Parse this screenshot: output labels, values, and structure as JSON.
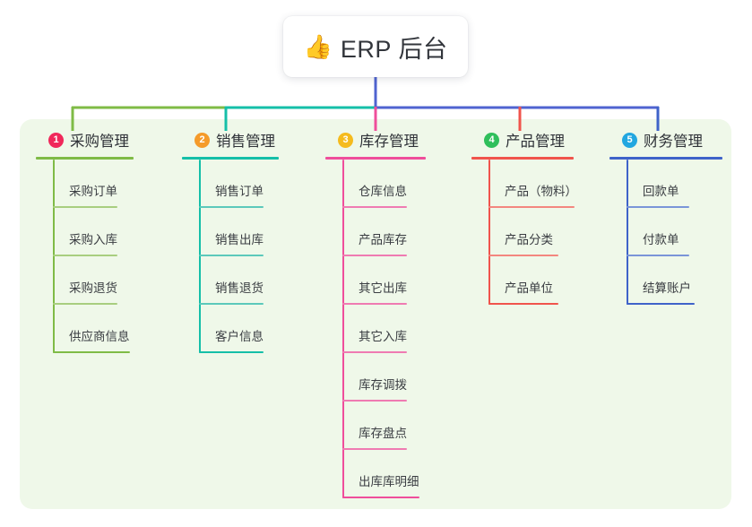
{
  "diagram": {
    "root": {
      "icon": "thumbs-up-icon",
      "icon_glyph": "👍",
      "label": "ERP 后台"
    },
    "panel_color": "#eff8e9",
    "connector": {
      "segments": [
        {
          "name": "trunk",
          "color": "#4f63d0"
        },
        {
          "name": "bus-left",
          "color": "#7fbb46"
        },
        {
          "name": "bus-mid",
          "color": "#15bfa8"
        },
        {
          "name": "bus-right",
          "color": "#4f63d0"
        }
      ]
    },
    "columns": [
      {
        "number": "1",
        "title": "采购管理",
        "badge_color": "#f0285a",
        "line_color": "#7fbb46",
        "item_line_color": "#a8ce7f",
        "drop_color": "#7fbb46",
        "items": [
          {
            "label": "采购订单",
            "rule_width": 72
          },
          {
            "label": "采购入库",
            "rule_width": 72
          },
          {
            "label": "采购退货",
            "rule_width": 72
          },
          {
            "label": "供应商信息",
            "rule_width": 86
          }
        ]
      },
      {
        "number": "2",
        "title": "销售管理",
        "badge_color": "#f59b2a",
        "line_color": "#15bfa8",
        "item_line_color": "#5cc9bb",
        "drop_color": "#15bfa8",
        "items": [
          {
            "label": "销售订单",
            "rule_width": 72
          },
          {
            "label": "销售出库",
            "rule_width": 72
          },
          {
            "label": "销售退货",
            "rule_width": 72
          },
          {
            "label": "客户信息",
            "rule_width": 72
          }
        ]
      },
      {
        "number": "3",
        "title": "库存管理",
        "badge_color": "#f5bb1d",
        "line_color": "#ef4e9b",
        "item_line_color": "#ef7bb2",
        "drop_color": "#ef4e9b",
        "items": [
          {
            "label": "仓库信息",
            "rule_width": 72
          },
          {
            "label": "产品库存",
            "rule_width": 72
          },
          {
            "label": "其它出库",
            "rule_width": 72
          },
          {
            "label": "其它入库",
            "rule_width": 72
          },
          {
            "label": "库存调拨",
            "rule_width": 72
          },
          {
            "label": "库存盘点",
            "rule_width": 72
          },
          {
            "label": "出库库明细",
            "rule_width": 86
          }
        ]
      },
      {
        "number": "4",
        "title": "产品管理",
        "badge_color": "#2fbf5b",
        "line_color": "#f0544c",
        "item_line_color": "#f3877f",
        "drop_color": "#f0544c",
        "items": [
          {
            "label": "产品（物料）",
            "rule_width": 96
          },
          {
            "label": "产品分类",
            "rule_width": 78
          },
          {
            "label": "产品单位",
            "rule_width": 78
          }
        ]
      },
      {
        "number": "5",
        "title": "财务管理",
        "badge_color": "#22a7e0",
        "line_color": "#3f63c9",
        "item_line_color": "#7a95d8",
        "drop_color": "#3f63c9",
        "items": [
          {
            "label": "回款单",
            "rule_width": 70
          },
          {
            "label": "付款单",
            "rule_width": 70
          },
          {
            "label": "结算账户",
            "rule_width": 76
          }
        ]
      }
    ]
  }
}
